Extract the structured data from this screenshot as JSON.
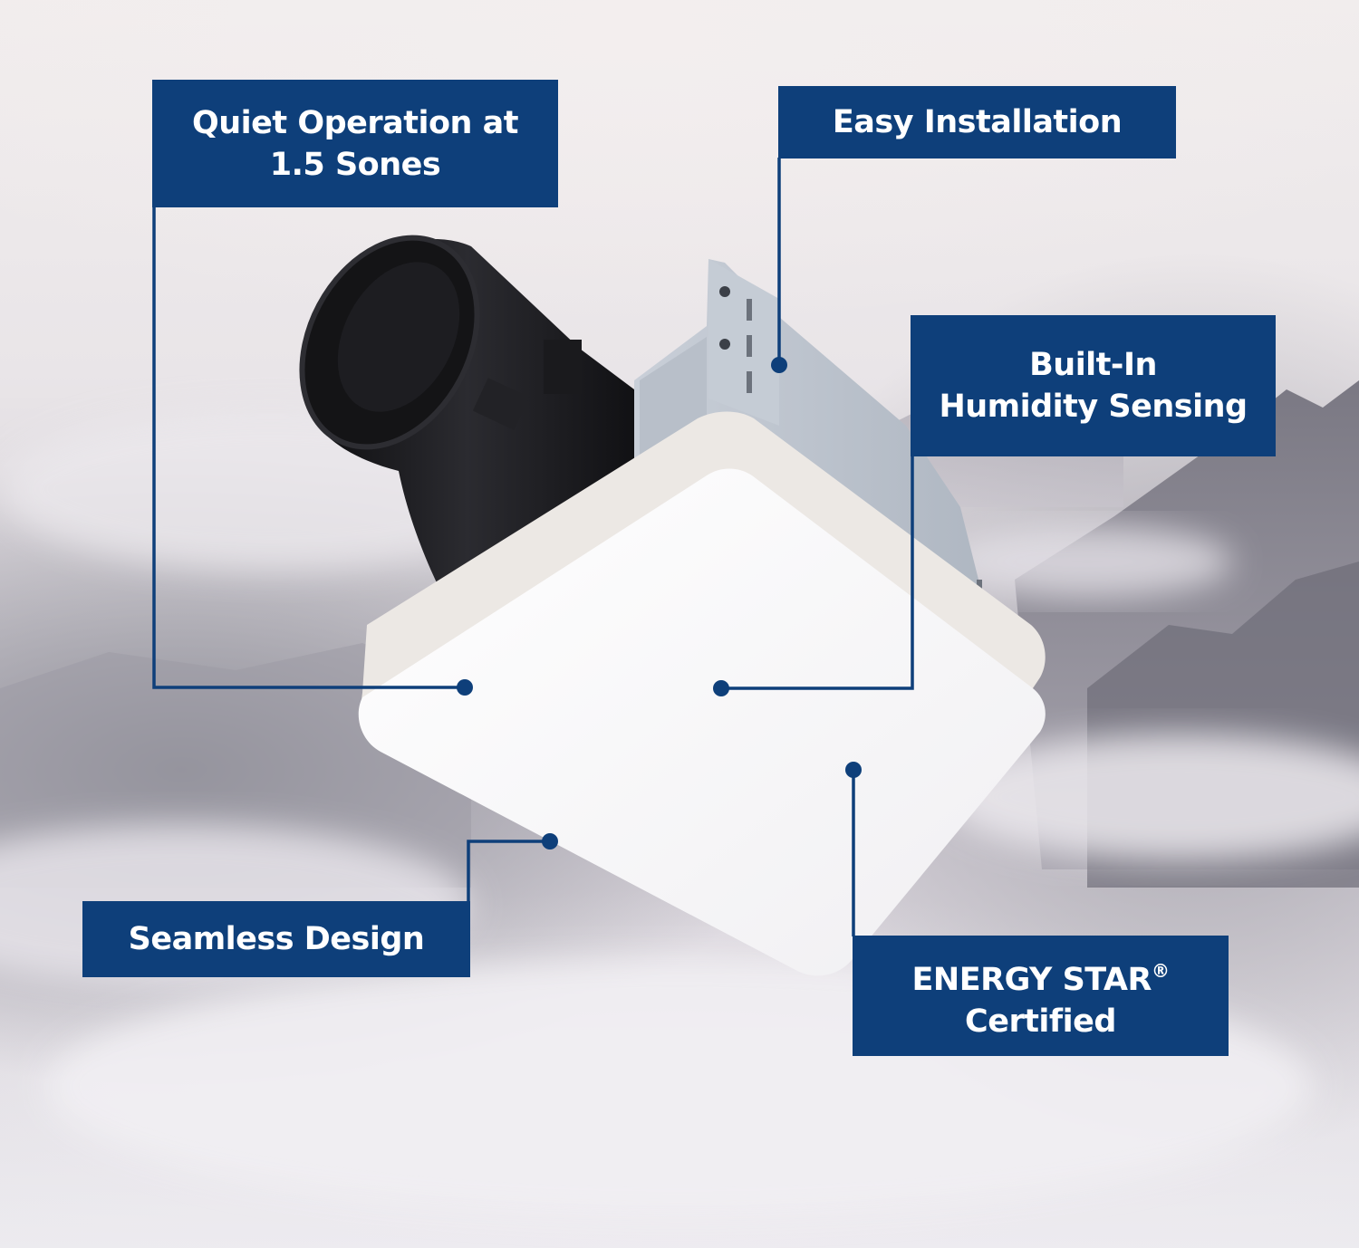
{
  "callouts": {
    "quiet": {
      "line1": "Quiet Operation at",
      "line2": "1.5 Sones"
    },
    "easy": {
      "line1": "Easy Installation"
    },
    "humidity": {
      "line1": "Built-In",
      "line2": "Humidity Sensing"
    },
    "seamless": {
      "line1": "Seamless Design"
    },
    "energy": {
      "line1": "ENERGY STAR",
      "mark": "®",
      "line2": "Certified"
    }
  },
  "colors": {
    "callout_bg": "#0e3f7a",
    "callout_text": "#ffffff",
    "connector": "#0e3f7a"
  },
  "icons": {
    "product": "bathroom-exhaust-fan-icon"
  }
}
